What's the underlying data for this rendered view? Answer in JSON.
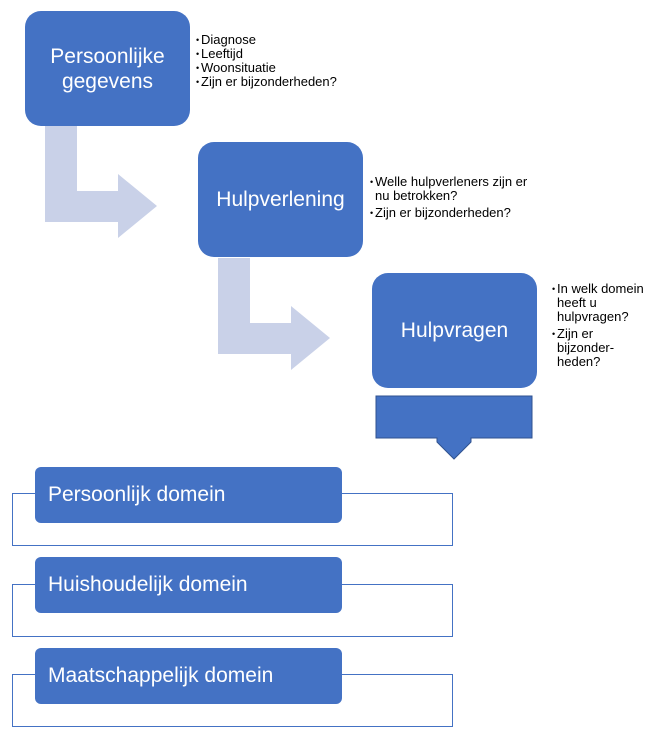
{
  "steps": [
    {
      "title_line1": "Persoonlijke",
      "title_line2": "gegevens",
      "notes": [
        "Diagnose",
        "Leeftijd",
        "Woonsituatie",
        "Zijn er bijzonderheden?"
      ]
    },
    {
      "title": "Hulpverlening",
      "notes": [
        "Welle hulpverleners zijn er nu betrokken?",
        "Zijn er bijzonderheden?"
      ]
    },
    {
      "title": "Hulpvragen",
      "notes": [
        "In welk domein heeft u hulpvragen?",
        "Zijn er bijzonder-heden?"
      ]
    }
  ],
  "domains": [
    "Persoonlijk domein",
    "Huishoudelijk domein",
    "Maatschappelijk domein"
  ],
  "colors": {
    "box": "#4472c4",
    "connector": "#c9d1e8",
    "outline": "#4472c4"
  }
}
